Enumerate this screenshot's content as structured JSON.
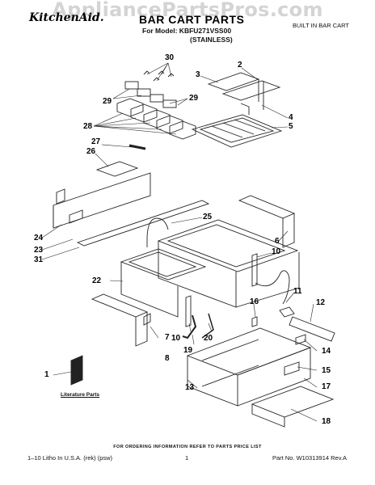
{
  "watermark": "AppliancePartsPros.com",
  "header": {
    "brand": "KitchenAid.",
    "title": "BAR CART PARTS",
    "model_line": "For Model: KBFU271VSS00",
    "variant": "(STAINLESS)",
    "doc_type": "BUILT IN BAR CART"
  },
  "callouts": {
    "c1": "1",
    "c2": "2",
    "c3": "3",
    "c4": "4",
    "c5": "5",
    "c6": "6",
    "c7": "7",
    "c8": "8",
    "c10a": "10",
    "c10b": "10",
    "c11": "11",
    "c12": "12",
    "c13": "13",
    "c14": "14",
    "c15": "15",
    "c16": "16",
    "c17": "17",
    "c18": "18",
    "c19": "19",
    "c20": "20",
    "c22": "22",
    "c23": "23",
    "c24": "24",
    "c25": "25",
    "c26": "26",
    "c27": "27",
    "c28": "28",
    "c29a": "29",
    "c29b": "29",
    "c30": "30",
    "c31": "31"
  },
  "literature_label": "Literature Parts",
  "footer": {
    "note": "FOR ORDERING INFORMATION REFER TO PARTS PRICE LIST",
    "left": "1–10 Litho In U.S.A. (rek) (psw)",
    "page": "1",
    "right": "Part No. W10313914 Rev.A"
  }
}
